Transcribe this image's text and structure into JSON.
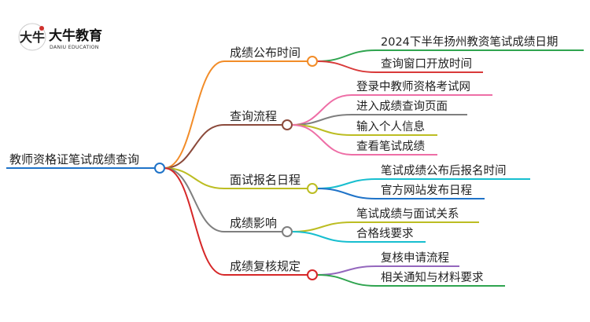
{
  "logo": {
    "glyph": "大牛",
    "name": "大牛教育",
    "english": "DANIU EDUCATION",
    "accent_color": "#d0312d"
  },
  "root": {
    "label": "教师资格证笔试成绩查询",
    "color": "#1f73c8"
  },
  "branches": [
    {
      "label": "成绩公布时间",
      "color": "#f28c28",
      "children": [
        {
          "label": "2024下半年扬州教资笔试成绩日期",
          "color": "#2fa44f"
        },
        {
          "label": "查询窗口开放时间",
          "color": "#d93a3a"
        }
      ]
    },
    {
      "label": "查询流程",
      "color": "#8b4a3b",
      "children": [
        {
          "label": "登录中教师资格考试网",
          "color": "#ee6ea6"
        },
        {
          "label": "进入成绩查询页面",
          "color": "#7f7f7f"
        },
        {
          "label": "输入个人信息",
          "color": "#bcbd22"
        },
        {
          "label": "查看笔试成绩",
          "color": "#ee6ea6"
        }
      ]
    },
    {
      "label": "面试报名日程",
      "color": "#bcbd22",
      "children": [
        {
          "label": "笔试成绩公布后报名时间",
          "color": "#17becf"
        },
        {
          "label": "官方网站发布日程",
          "color": "#1f73c8"
        }
      ]
    },
    {
      "label": "成绩影响",
      "color": "#7f7f7f",
      "children": [
        {
          "label": "笔试成绩与面试关系",
          "color": "#bcbd22"
        },
        {
          "label": "合格线要求",
          "color": "#17becf"
        }
      ]
    },
    {
      "label": "成绩复核规定",
      "color": "#d62728",
      "children": [
        {
          "label": "复核申请流程",
          "color": "#9467bd"
        },
        {
          "label": "相关通知与材料要求",
          "color": "#2fa44f"
        }
      ]
    }
  ]
}
